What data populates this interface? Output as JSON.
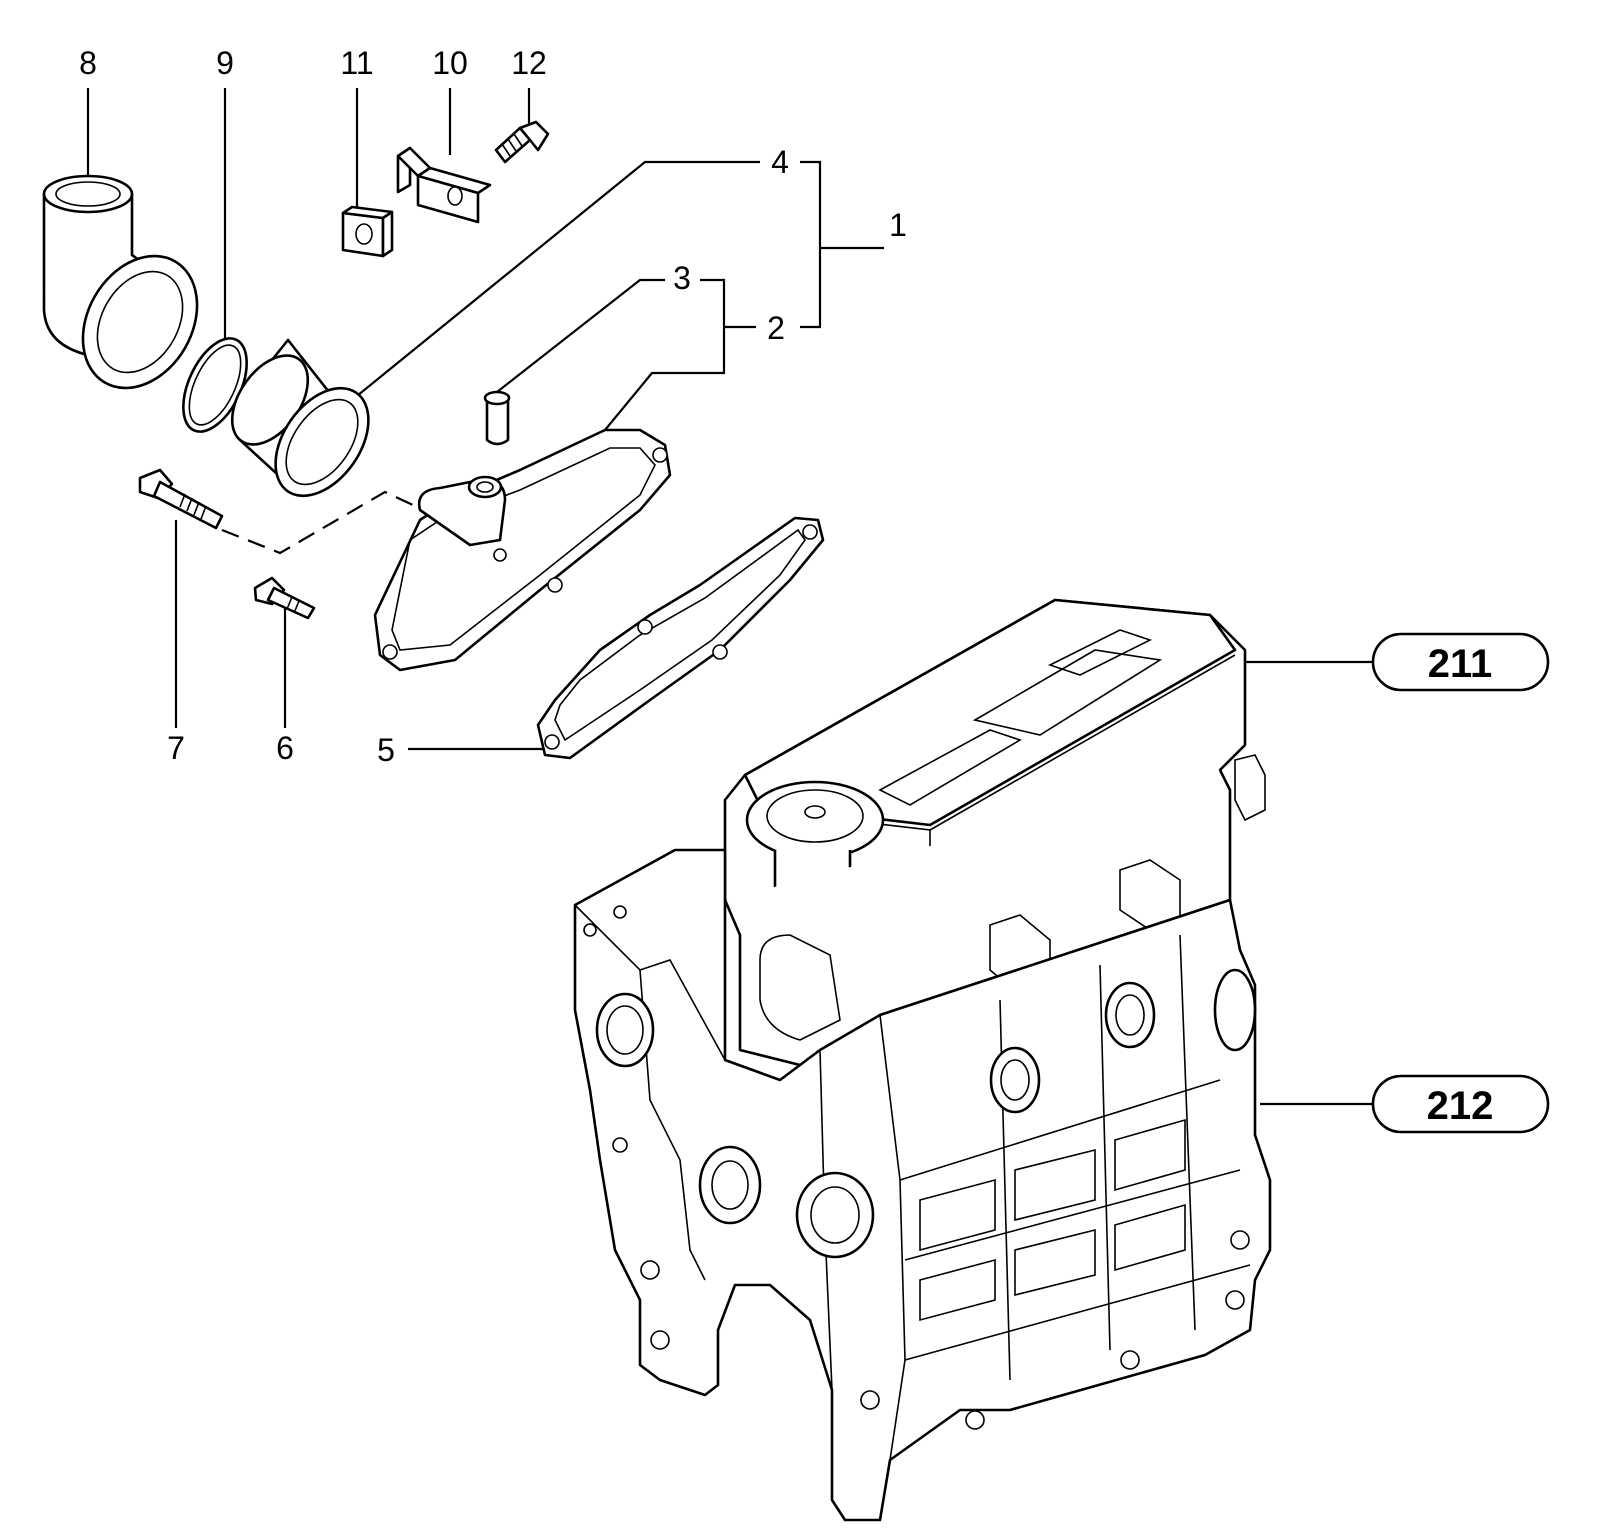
{
  "callouts": {
    "c1": "1",
    "c2": "2",
    "c3": "3",
    "c4": "4",
    "c5": "5",
    "c6": "6",
    "c7": "7",
    "c8": "8",
    "c9": "9",
    "c10": "10",
    "c11": "11",
    "c12": "12"
  },
  "refs": {
    "r211": "211",
    "r212": "212"
  }
}
